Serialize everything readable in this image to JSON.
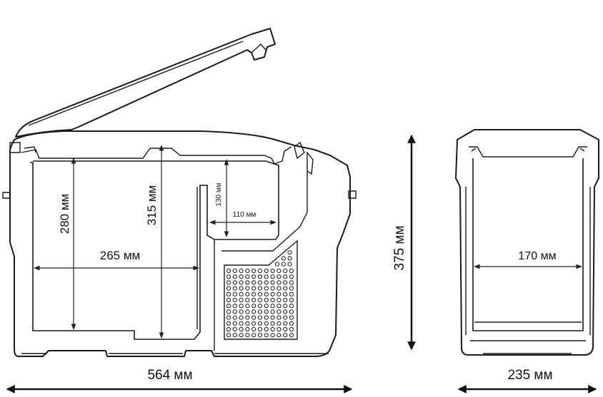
{
  "dimensions": {
    "inner_height": "280 мм",
    "inner_depth": "315 мм",
    "inner_width": "265 мм",
    "step_height": "130 мм",
    "step_width": "110 мм",
    "total_height": "375 мм",
    "total_length": "564 мм",
    "total_width": "235 мм",
    "inner_side_width": "170 мм"
  },
  "colors": {
    "line": "#1a1a1a",
    "background": "#ffffff"
  }
}
